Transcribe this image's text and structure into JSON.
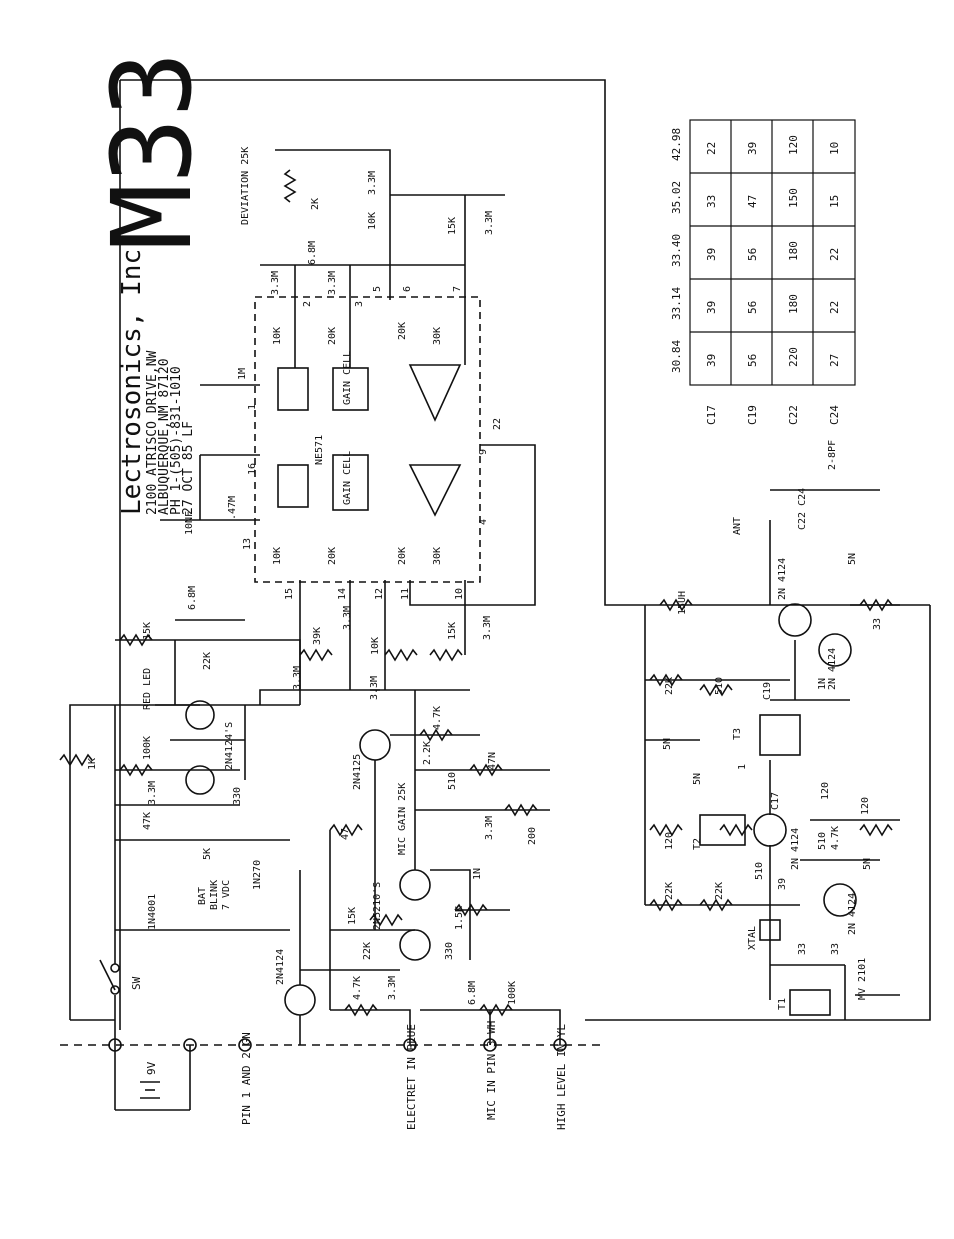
{
  "title": {
    "model": "M33",
    "company": "Lectrosonics, Inc.",
    "address1": "2100 ATRISCO DRIVE,NW",
    "address2": "ALBUQUERQUE,NM 87120",
    "phone": "PH 1-(505)-831-1010",
    "date": "27 OCT 85 LF"
  },
  "connectors": {
    "pin12": "PIN 1 AND 2 GN",
    "electret": "ELECTRET IN BLUE",
    "mic": "MIC IN PIN 3 WH",
    "high": "HIGH LEVEL IN YL"
  },
  "power": {
    "battery": "9V",
    "switch": "SW"
  },
  "parts": {
    "p1k": "1K",
    "p100k": "100K",
    "p47k": "47K",
    "p3_3m_a": "3.3M",
    "p1n4001": "1N4001",
    "bat1": "BAT",
    "bat2": "BLINK",
    "bat3": "7 VDC",
    "p5k": "5K",
    "p1n270": "1N270",
    "p330": "330",
    "p2n4124s": "2N4124'S",
    "red_led": "RED LED",
    "p15k_a": "15K",
    "p22k_a": "22K",
    "p6_8m_a": "6.8M",
    "p2n4124_a": "2N4124",
    "p4_7k_a": "4.7K",
    "p3_3m_b": "3.3M",
    "p6_8m_b": "6.8M",
    "p100k_b": "100K",
    "p47": "47",
    "p15k_b": "15K",
    "p22k_b": "22K",
    "p2n5210s": "2N5210'S",
    "p330_b": "330",
    "p1_5k": "1.5K",
    "mic_gain": "MIC GAIN 25K",
    "p1n": "1N",
    "p2n4125": "2N4125",
    "p2_2k": "2.2K",
    "p4_7k_b": "4.7K",
    "p510": "510",
    "p47n": "47N",
    "p3_3m_c": "3.3M",
    "p200": "200",
    "p3_3m_d": "3.3M",
    "p3_3m_e": "3.3M",
    "p10k_a": "10K",
    "p39k": "39K",
    "p3_3m_f": "3.3M",
    "p15k_c": "15K",
    "p3_3m_g": "3.3M",
    "p10nf": "10NF",
    "p_47m": ".47M",
    "p1m": "1M",
    "ne571": "NE571",
    "p10k_b": "10K",
    "p20k_a": "20K",
    "p20k_b": "20K",
    "p30k_a": "30K",
    "p10k_c": "10K",
    "p20k_c": "20K",
    "p20k_d": "20K",
    "p30k_b": "30K",
    "gain1": "GAIN CELL",
    "gain2": "GAIN CELL",
    "p22": "22",
    "pin1": "1",
    "pin2": "2",
    "pin3": "3",
    "pin4": "4",
    "pin5": "5",
    "pin6": "6",
    "pin7": "7",
    "pin9": "9",
    "pin10": "10",
    "pin11": "11",
    "pin12": "12",
    "pin13": "13",
    "pin14": "14",
    "pin15": "15",
    "pin16": "16",
    "p3_3m_h": "3.3M",
    "p3_3m_i": "3.3M",
    "p3_3m_j": "3.3M",
    "p10k_d": "10K",
    "p15k_d": "15K",
    "p3_3m_k": "3.3M",
    "deviation": "DEVIATION 25K",
    "p6_8m_c": "6.8M",
    "p2k": "2K",
    "p15uh": "15UH",
    "p2n4124_b": "2N 4124",
    "p2n4124_c": "2N 4124",
    "p5n_a": "5N",
    "p33_a": "33",
    "ant": "ANT",
    "c22c24": "C22 C24",
    "p2_8pf": "2-8PF",
    "p22k_c": "22K",
    "p510_b": "510",
    "c19": "C19",
    "p1n_b": "1N",
    "p5n_b": "5N",
    "t3": "T3",
    "p1": "1",
    "c17": "C17",
    "p120_a": "120",
    "p120_b": "120",
    "p120_c": "120",
    "t2": "T2",
    "p5n_c": "5N",
    "p2n4124_d": "2N 4124",
    "p510_c": "510",
    "p4_7k_c": "4.7K",
    "p5n_d": "5N",
    "p22k_d": "22K",
    "p22k_e": "22K",
    "p510_d": "510",
    "p39": "39",
    "p2n4124_e": "2N 4124",
    "xtal": "XTAL",
    "p33_b": "33",
    "p33_c": "33",
    "t1": "T1",
    "mv2101": "MV 2101"
  },
  "freq_table": {
    "columns": [
      "30.84",
      "33.14",
      "33.40",
      "35.02",
      "42.98"
    ],
    "rows": [
      {
        "label": "C17",
        "values": [
          "39",
          "39",
          "39",
          "33",
          "22"
        ]
      },
      {
        "label": "C19",
        "values": [
          "56",
          "56",
          "56",
          "47",
          "39"
        ]
      },
      {
        "label": "C22",
        "values": [
          "220",
          "180",
          "180",
          "150",
          "120"
        ]
      },
      {
        "label": "C24",
        "values": [
          "27",
          "22",
          "22",
          "15",
          "10"
        ]
      }
    ]
  }
}
